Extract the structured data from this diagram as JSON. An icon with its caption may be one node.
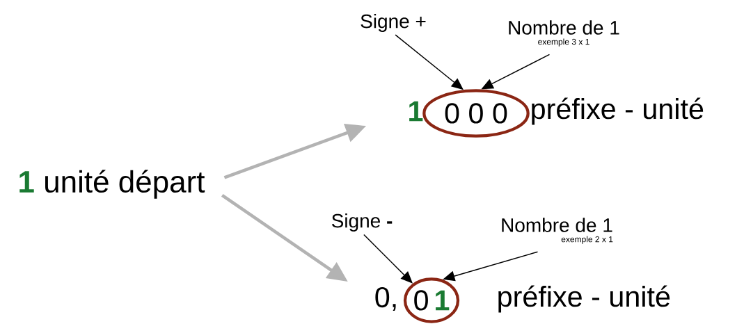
{
  "diagram": {
    "nodes": [
      {
        "text": [
          "1",
          "unité départ"
        ]
      },
      {
        "text": [
          "1"
        ]
      },
      {
        "text": [
          "0 0 0"
        ]
      },
      {
        "text": [
          "Signe +"
        ]
      },
      {
        "text": [
          "Nombre de 1",
          "exemple 3 x 1"
        ]
      },
      {
        "text": [
          "0,"
        ]
      },
      {
        "text": [
          "0",
          "1"
        ]
      },
      {
        "text": [
          "Signe **-**"
        ]
      },
      {
        "text": [
          "Nombre de 1",
          "exemple 2 x 1"
        ]
      }
    ],
    "edges": [
      {
        "from": 0,
        "to": 1,
        "arrow": "to",
        "style": "thick",
        "color": "#b3b3b3"
      },
      {
        "from": 0,
        "to": 5,
        "arrow": "to",
        "style": "thick",
        "color": "#b3b3b3"
      },
      {
        "from": 3,
        "to": 2,
        "arrow": "to"
      },
      {
        "from": 4,
        "to": 2,
        "arrow": "to"
      },
      {
        "from": 7,
        "to": 6,
        "arrow": "to"
      },
      {
        "from": 8,
        "to": 6,
        "arrow": "to"
      }
    ],
    "labels": [
      "préfixe - unité",
      "préfixe - unité"
    ]
  }
}
